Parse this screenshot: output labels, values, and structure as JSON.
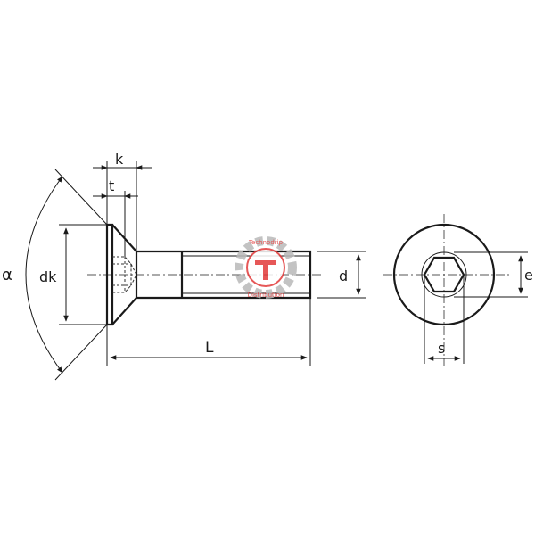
{
  "labels": {
    "k": "k",
    "t": "t",
    "alpha": "α",
    "dk": "dk",
    "L": "L",
    "d": "d",
    "e": "e",
    "s": "s"
  },
  "watermark": {
    "line1": "Technodrip",
    "line2": "Distribution"
  },
  "colors": {
    "line": "#1a1a1a",
    "watermark_red": "#e23a3a",
    "watermark_grey": "#b9b9b9"
  }
}
